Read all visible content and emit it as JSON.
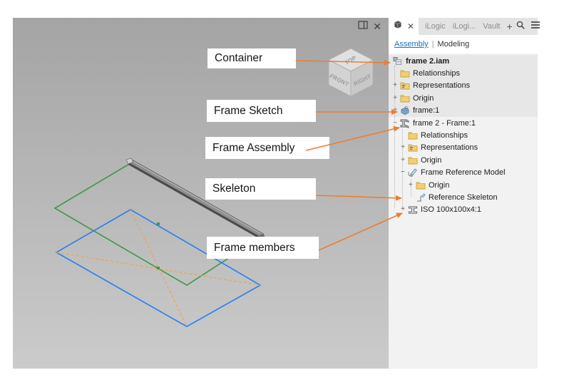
{
  "viewport": {
    "dock_close_icon": "✕",
    "viewcube": {
      "top": "TOP",
      "front": "FRONT",
      "right": "RIGHT"
    },
    "callouts": [
      {
        "label": "Container"
      },
      {
        "label": "Frame Sketch"
      },
      {
        "label": "Frame Assembly"
      },
      {
        "label": "Skeleton"
      },
      {
        "label": "Frame members"
      }
    ]
  },
  "panel": {
    "header": {
      "close_label": "✕",
      "tabs": [
        "iLogic",
        "iLogi...",
        "Vault",
        "+"
      ]
    },
    "mode_tabs": {
      "active": "Assembly",
      "separator": "|",
      "inactive": "Modeling"
    },
    "tree": {
      "items": [
        {
          "label": "frame 2.iam",
          "level": 0,
          "icon": "assembly-icon",
          "expand": "",
          "bold": true,
          "highlighted": true
        },
        {
          "label": "Relationships",
          "level": 1,
          "icon": "folder-icon",
          "expand": "",
          "bold": false,
          "highlighted": true
        },
        {
          "label": "Representations",
          "level": 1,
          "icon": "representations-icon",
          "expand": "+",
          "bold": false,
          "highlighted": true
        },
        {
          "label": "Origin",
          "level": 1,
          "icon": "folder-icon",
          "expand": "+",
          "bold": false,
          "highlighted": true
        },
        {
          "label": "frame:1",
          "level": 1,
          "icon": "sketch-part-icon",
          "expand": "+",
          "bold": false,
          "highlighted": true
        },
        {
          "label": "frame 2 - Frame:1",
          "level": 1,
          "icon": "frame-assembly-icon",
          "expand": "−",
          "bold": false,
          "highlighted": false
        },
        {
          "label": "Relationships",
          "level": 2,
          "icon": "folder-icon",
          "expand": "",
          "bold": false,
          "highlighted": false
        },
        {
          "label": "Representations",
          "level": 2,
          "icon": "representations-icon",
          "expand": "+",
          "bold": false,
          "highlighted": false
        },
        {
          "label": "Origin",
          "level": 2,
          "icon": "folder-icon",
          "expand": "+",
          "bold": false,
          "highlighted": false
        },
        {
          "label": "Frame Reference Model",
          "level": 2,
          "icon": "reference-model-icon",
          "expand": "−",
          "bold": false,
          "highlighted": false
        },
        {
          "label": "Origin",
          "level": 3,
          "icon": "folder-icon",
          "expand": "+",
          "bold": false,
          "highlighted": false
        },
        {
          "label": "Reference Skeleton",
          "level": 3,
          "icon": "skeleton-sketch-icon",
          "expand": "",
          "bold": false,
          "highlighted": false
        },
        {
          "label": "ISO 100x100x4:1",
          "level": 2,
          "icon": "ibeam-icon",
          "expand": "+",
          "bold": false,
          "highlighted": false
        }
      ]
    }
  },
  "colors": {
    "arrow": "#ED7D31",
    "sketch_green": "#3E9846",
    "sketch_blue": "#297EF0",
    "construction_orange": "#F0A050",
    "beam_dark": "#4B4B4B",
    "beam_mid": "#8F8F8F",
    "beam_highlight": "#C2C2C2"
  }
}
